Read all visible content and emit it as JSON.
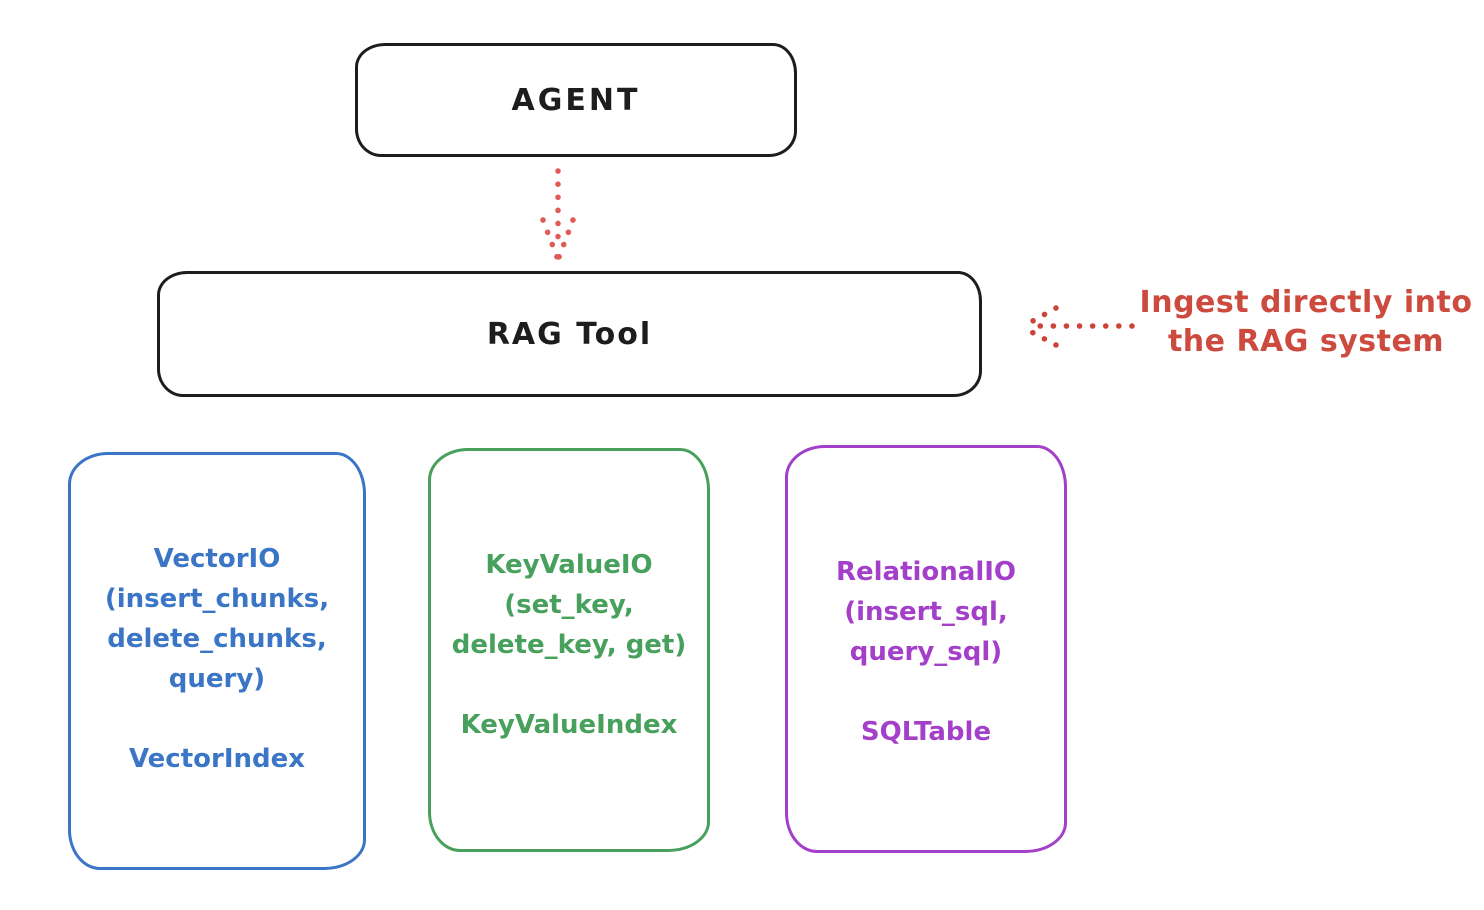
{
  "diagram": {
    "agent_box": {
      "label": "AGENT"
    },
    "rag_box": {
      "label": "RAG Tool"
    },
    "annotation": {
      "line1": "Ingest directly into",
      "line2": "the RAG system"
    },
    "io_boxes": [
      {
        "name": "vector-io",
        "color": "#3b75c5",
        "lines": [
          "VectorIO",
          "(insert_chunks,",
          "delete_chunks,",
          "query)"
        ],
        "index_label": "VectorIndex"
      },
      {
        "name": "keyvalue-io",
        "color": "#47a05c",
        "lines": [
          "KeyValueIO",
          "(set_key,",
          "delete_key, get)"
        ],
        "index_label": "KeyValueIndex"
      },
      {
        "name": "relational-io",
        "color": "#a33fc9",
        "lines": [
          "RelationalIO",
          "(insert_sql,",
          "query_sql)"
        ],
        "index_label": "SQLTable"
      }
    ],
    "arrows": {
      "agent_to_rag": {
        "style": "dotted",
        "direction": "down",
        "color": "#e05b55"
      },
      "annotation_to_rag": {
        "style": "dotted",
        "direction": "left",
        "color": "#cc4338"
      }
    },
    "colors": {
      "ink": "#1d1d1d",
      "red": "#cd4a3f",
      "blue": "#3b75c5",
      "green": "#47a05c",
      "purple": "#a33fc9",
      "background": "#ffffff"
    }
  }
}
